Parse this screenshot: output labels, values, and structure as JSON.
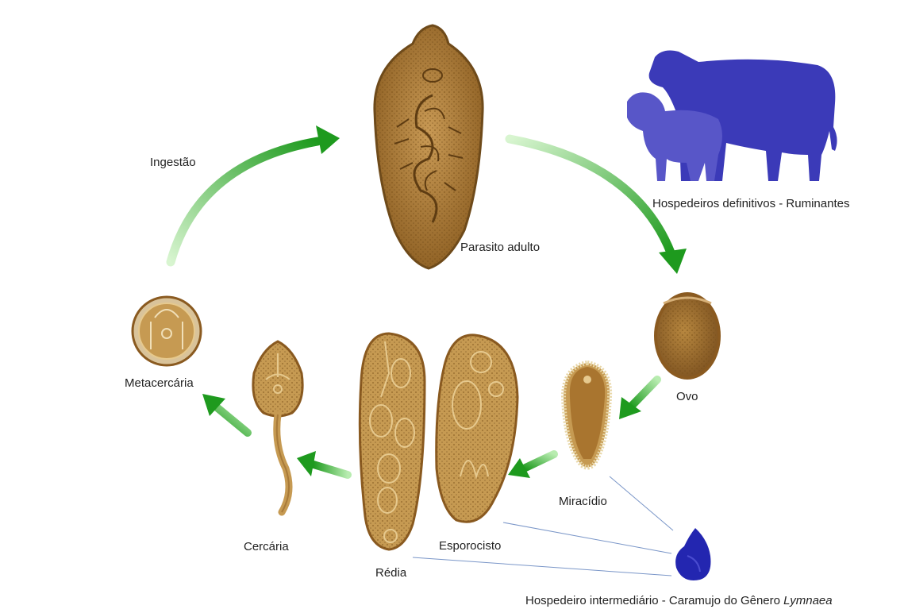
{
  "labels": {
    "ingestao": "Ingestão",
    "parasito_adulto": "Parasito adulto",
    "hospedeiros_definitivos": "Hospedeiros definitivos - Ruminantes",
    "ovo": "Ovo",
    "miracidio": "Miracídio",
    "esporocisto": "Esporocisto",
    "redia": "Rédia",
    "cercaria": "Cercária",
    "metacercaria": "Metacercária",
    "hospedeiro_intermediario_prefix": "Hospedeiro intermediário - Caramujo do Gênero ",
    "hospedeiro_intermediario_genus": "Lymnaea"
  },
  "colors": {
    "arrow_light": "#c8f0c0",
    "arrow_dark": "#1e9a1e",
    "parasite_brown": "#a0702e",
    "parasite_dark": "#6e4a1a",
    "host_blue": "#3b3ab8",
    "snail_blue": "#2326b0",
    "connector_line": "#7a96c8"
  },
  "icons": {
    "cow": "cow-silhouette-icon",
    "sheep": "sheep-silhouette-icon",
    "snail": "snail-icon"
  }
}
